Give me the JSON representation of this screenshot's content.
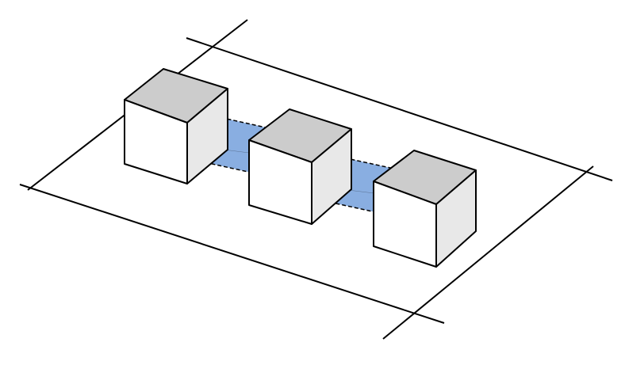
{
  "diagram": {
    "description_visible_text": "",
    "colors": {
      "background": "#ffffff",
      "line": "#000000",
      "cube_front": "#ffffff",
      "cube_top": "#cccccc",
      "cube_side": "#e8e8e8",
      "connector_fill": "#5b8fd6",
      "connector_opacity": "0.7"
    },
    "elements": {
      "cubes": [
        "cube-1",
        "cube-2",
        "cube-3"
      ],
      "connectors": [
        "connector-1-2",
        "connector-2-3"
      ],
      "ground_plane": "ground-plane"
    }
  }
}
